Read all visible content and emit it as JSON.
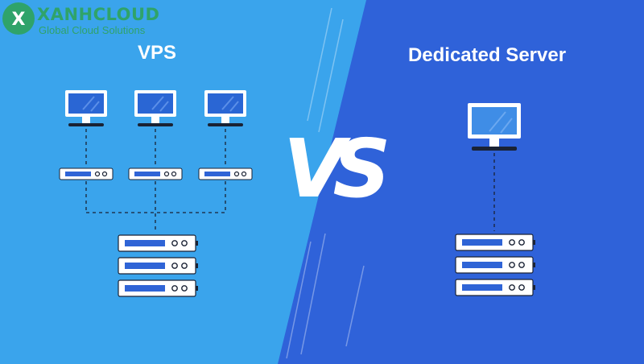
{
  "brand": {
    "logo_letter": "X",
    "name": "XANHCLOUD",
    "tagline": "Global Cloud Solutions"
  },
  "left_panel": {
    "title": "VPS",
    "monitors": 3,
    "virtual_servers": 3,
    "physical_server_units": 3
  },
  "right_panel": {
    "title": "Dedicated Server",
    "monitors": 1,
    "physical_server_units": 3
  },
  "vs_label": "VS",
  "colors": {
    "left_background": "#3aa4ec",
    "right_background": "#2f62d9",
    "white": "#ffffff",
    "server_accent": "#2f64d6",
    "monitor_screen": "#2a66d4",
    "brand_green": "#2fa36a"
  }
}
